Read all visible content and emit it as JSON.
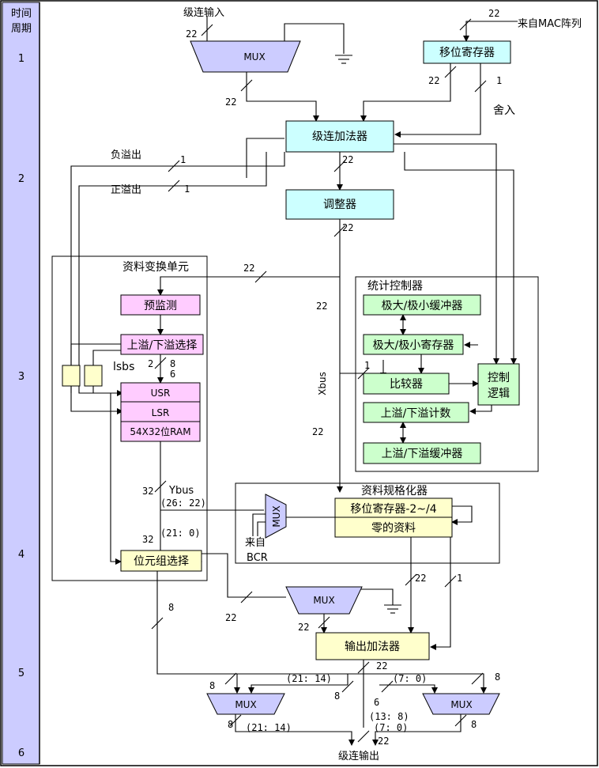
{
  "time_column": {
    "header": "时间\n周期",
    "header_line1": "时间",
    "header_line2": "周期",
    "cycles": [
      "1",
      "2",
      "3",
      "4",
      "5",
      "6"
    ]
  },
  "blocks": {
    "mux_top": "MUX",
    "shift_register": "移位寄存器",
    "cascade_adder": "级连加法器",
    "adjuster": "调整器",
    "data_convert_unit": "资料变换单元",
    "pre_monitor": "预监测",
    "overflow_select": "上溢/下溢选择",
    "usr": "USR",
    "lsr": "LSR",
    "ram": "54X32位RAM",
    "byte_select": "位元组选择",
    "stat_controller": "统计控制器",
    "maxmin_buffer": "极大/极小缓冲器",
    "maxmin_register": "极大/极小寄存器",
    "comparator": "比较器",
    "control_logic_1": "控制",
    "control_logic_2": "逻辑",
    "overflow_counter": "上溢/下溢计数",
    "overflow_buffer": "上溢/下溢缓冲器",
    "data_normalizer": "资料规格化器",
    "shift_register_2": "移位寄存器-2~/4",
    "zero_data": "零的资料",
    "mux_small": "MUX",
    "mux_mid": "MUX",
    "output_adder": "输出加法器",
    "mux_left": "MUX",
    "mux_right": "MUX"
  },
  "labels": {
    "cascade_input": "级连输入",
    "from_mac": "来自MAC阵列",
    "round": "舍入",
    "neg_overflow": "负溢出",
    "pos_overflow": "正溢出",
    "xbus": "Xbus",
    "ybus": "Ybus",
    "lsbs": "lsbs",
    "from_bcr_1": "来自",
    "from_bcr_2": "BCR",
    "cascade_output": "级连输出",
    "range_26_22": "(26: 22)",
    "range_21_0": "(21: 0)",
    "range_21_14_top": "(21: 14)",
    "range_7_0_top": "(7: 0)",
    "range_13_8": "(13: 8)",
    "range_21_14_bot": "(21: 14)",
    "range_7_0_bot": "(7: 0)"
  },
  "bus_widths": {
    "w22_a": "22",
    "w22_b": "22",
    "w22_c": "22",
    "w22_d": "22",
    "w1_a": "1",
    "w1_b": "1",
    "w1_c": "1",
    "w22_e": "22",
    "w22_f": "22",
    "w22_g": "22",
    "w22_h": "22",
    "w2": "2",
    "w8_a": "8",
    "w6_a": "6",
    "w1_d": "1",
    "w32_a": "32",
    "w32_b": "32",
    "w22_i": "22",
    "w1_e": "1",
    "w22_j": "22",
    "w22_k": "22",
    "w8_b": "8",
    "w22_l": "22",
    "w8_c": "8",
    "w8_d": "8",
    "w8_e": "8",
    "w8_f": "8",
    "w8_g": "8",
    "w6_b": "6",
    "w22_m": "22"
  },
  "colors": {
    "time_column": "#ccccff",
    "cyan_block": "#ccffff",
    "pink_block": "#ffccff",
    "green_block": "#ccffcc",
    "yellow_block": "#ffffcc",
    "mux_fill": "#ccccff"
  }
}
